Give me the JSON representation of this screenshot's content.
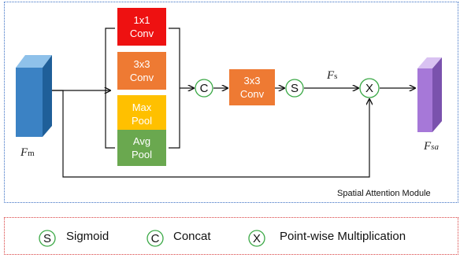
{
  "blocks": {
    "conv1x1": [
      "1x1",
      "Conv"
    ],
    "conv3x3_branch": [
      "3x3",
      "Conv"
    ],
    "max_pool": [
      "Max",
      "Pool"
    ],
    "avg_pool": [
      "Avg",
      "Pool"
    ],
    "conv3x3_after_concat": [
      "3x3",
      "Conv"
    ]
  },
  "symbols": {
    "sigmoid": "S",
    "concat": "C",
    "multiply": "X"
  },
  "labels": {
    "input_main": "F",
    "input_sub": "m",
    "sigmoid_out_main": "F",
    "sigmoid_out_sub": "s",
    "output_main": "F",
    "output_sub": "sa"
  },
  "module_title": "Spatial Attention Module",
  "legend": [
    {
      "symbol": "S",
      "text": "Sigmoid"
    },
    {
      "symbol": "C",
      "text": "Concat"
    },
    {
      "symbol": "X",
      "text": "Point-wise Multiplication"
    }
  ],
  "colors": {
    "conv1x1": "#ee1111",
    "conv3x3": "#ee7a33",
    "max_pool": "#ffc000",
    "avg_pool": "#6aa84f",
    "symbol_circle": "#3aa845",
    "module_border": "#3a6fc4",
    "legend_border": "#d94040",
    "input_cuboid": "#3b82c4",
    "output_cuboid": "#a678d8"
  }
}
